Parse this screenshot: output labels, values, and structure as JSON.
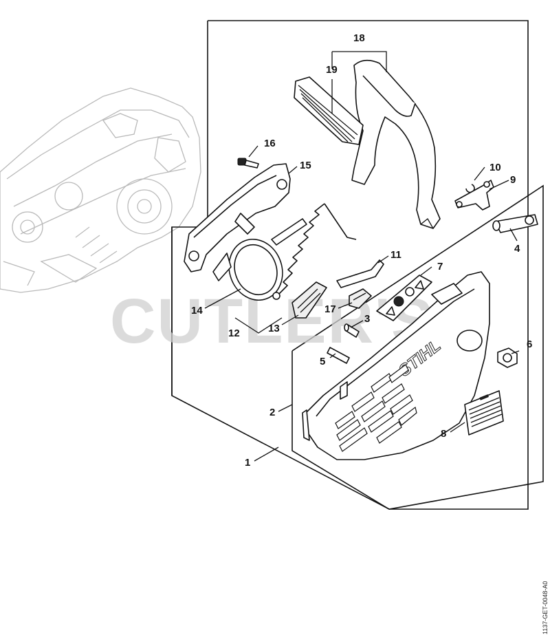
{
  "watermark": "CUTLER'S",
  "brand_mark": "STIHL",
  "document_id": "1137-GET-0048-A0",
  "callouts": {
    "c1": "1",
    "c2": "2",
    "c3": "3",
    "c4": "4",
    "c5": "5",
    "c6": "6",
    "c7": "7",
    "c8": "8",
    "c9": "9",
    "c10": "10",
    "c11": "11",
    "c12": "12",
    "c13": "13",
    "c14": "14",
    "c15": "15",
    "c16": "16",
    "c17": "17",
    "c18": "18",
    "c19": "19"
  }
}
